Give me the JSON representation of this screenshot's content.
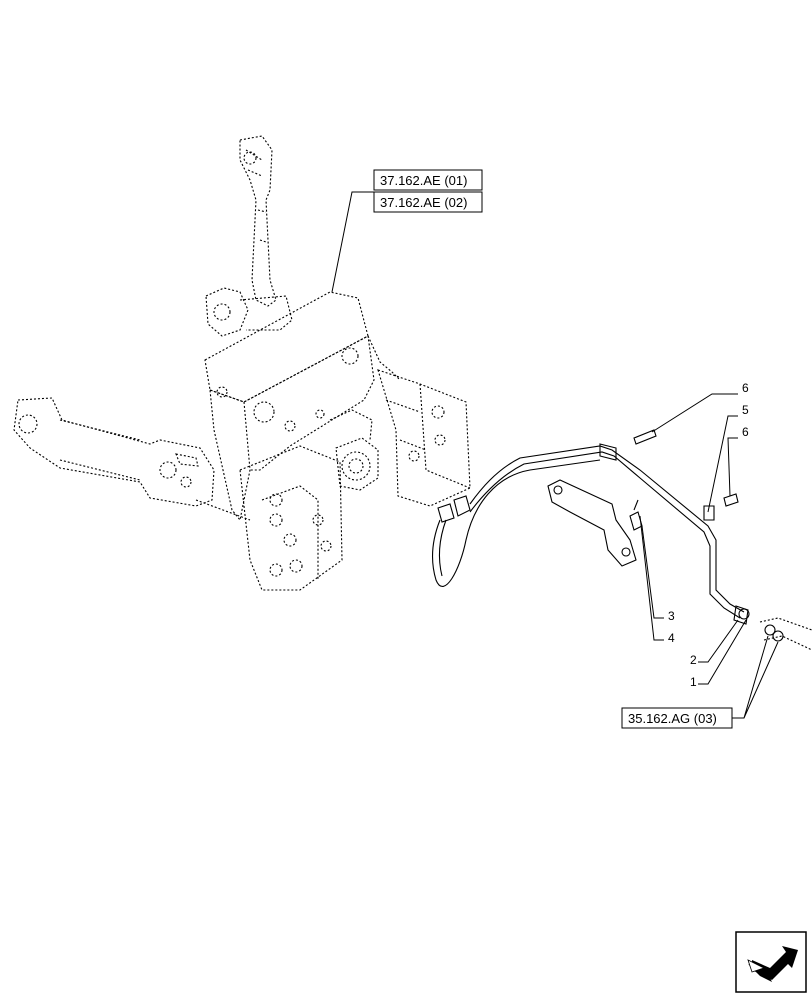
{
  "references": {
    "ref_1": "37.162.AE (01)",
    "ref_2": "37.162.AE (02)",
    "ref_3": "35.162.AG (03)"
  },
  "callouts": {
    "c1": "1",
    "c2": "2",
    "c3": "3",
    "c4": "4",
    "c5": "5",
    "c6a": "6",
    "c6b": "6"
  },
  "nav_icon": "next-page-arrow-icon"
}
